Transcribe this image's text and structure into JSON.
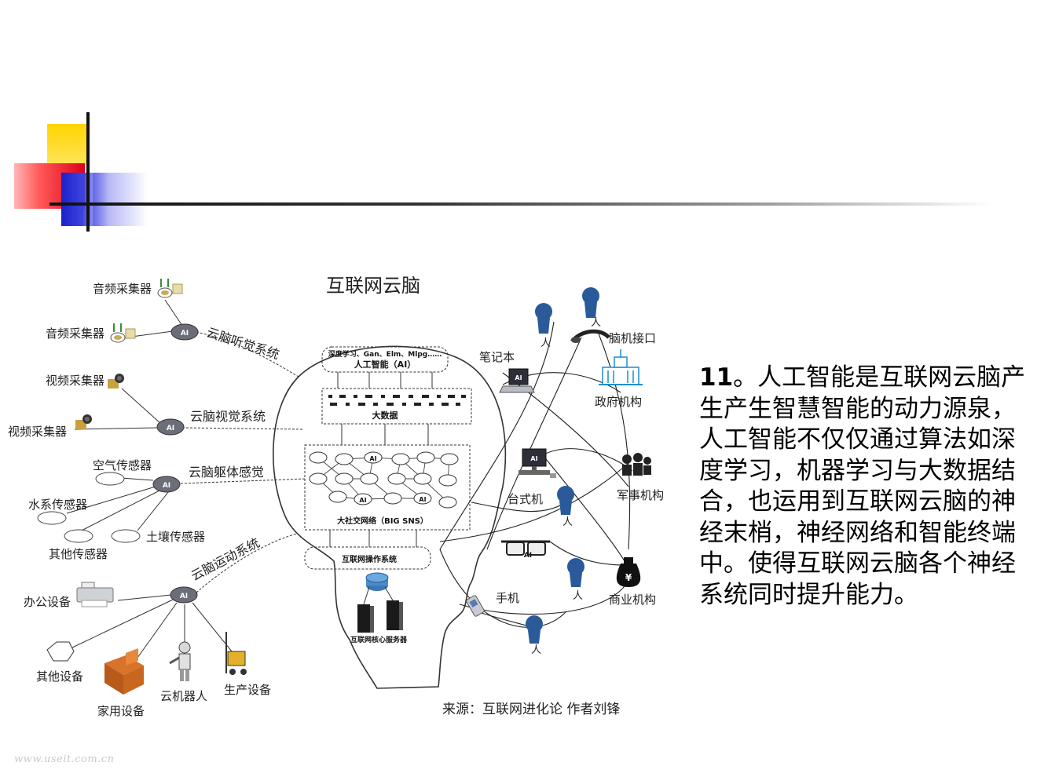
{
  "diagram": {
    "title": "互联网云脑",
    "source": "来源：互联网进化论 作者刘锋",
    "head": {
      "ai_label": "深度学习、Gan、Elm、Mlpg……",
      "ai_title": "人工智能（AI）",
      "bigdata": "大数据",
      "sns": "大社交网络（BIG SNS）",
      "os": "互联网操作系统",
      "servers": "互联网核心服务器",
      "node_ai": "AI"
    },
    "left": {
      "audio1": "音频采集器",
      "audio2": "音频采集器",
      "video1": "视频采集器",
      "video2": "视频采集器",
      "air": "空气传感器",
      "water": "水系传感器",
      "soil": "土壤传感器",
      "other_sensor": "其他传感器",
      "office": "办公设备",
      "other_device": "其他设备",
      "home": "家用设备",
      "robot": "云机器人",
      "production": "生产设备",
      "hub_ai": "AI"
    },
    "systems": {
      "hearing": "云脑听觉系统",
      "vision": "云脑视觉系统",
      "body": "云脑躯体感觉",
      "motor": "云脑运动系统"
    },
    "right": {
      "person": "人",
      "bci": "脑机接口",
      "laptop": "笔记本",
      "gov": "政府机构",
      "desktop": "台式机",
      "military": "军事机构",
      "phone": "手机",
      "business": "商业机构",
      "device_ai": "AI",
      "money_sign": "¥"
    }
  },
  "text": {
    "num": "11",
    "body": "。人工智能是互联网云脑产生产生智慧智能的动力源泉，人工智能不仅仅通过算法如深度学习，机器学习与大数据结合，也运用到互联网云脑的神经末梢，神经网络和智能终端中。使得互联网云脑各个神经系统同时提升能力。"
  },
  "watermark": "www.useit.com.cn",
  "colors": {
    "yellow": "#ffd400",
    "red": "#e0001a",
    "blue": "#1c22c8",
    "person_blue": "#2a5a9a",
    "gov_blue": "#1a8fcf"
  }
}
